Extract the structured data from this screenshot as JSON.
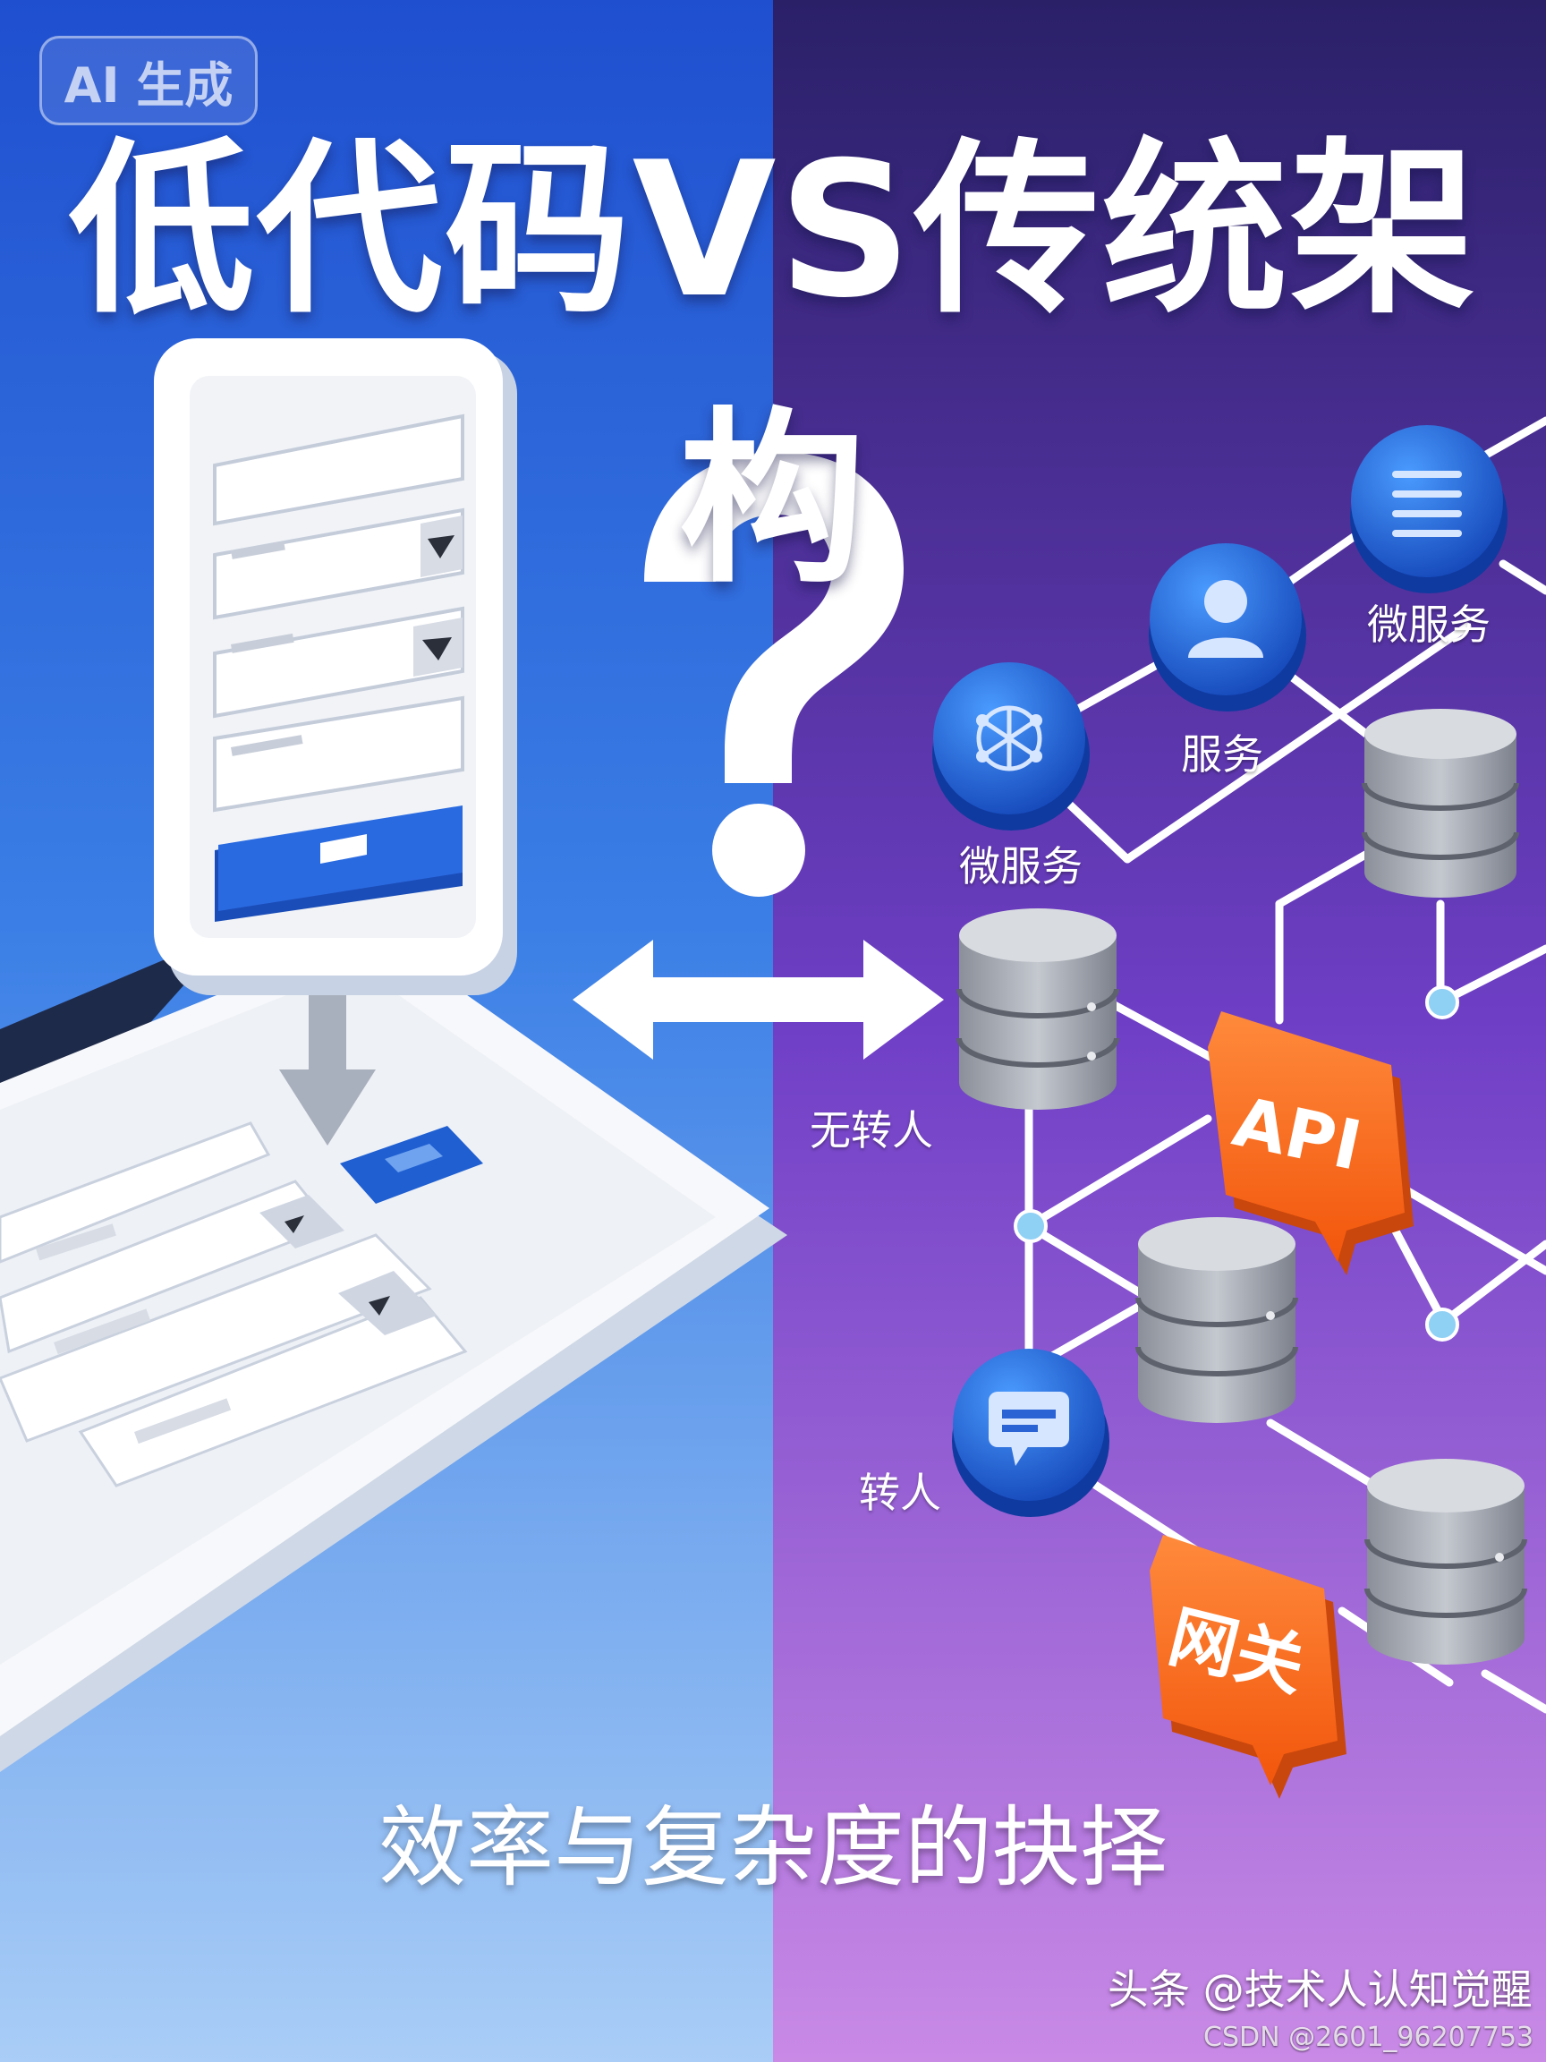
{
  "badge": {
    "text": "AI 生成"
  },
  "header": {
    "title": "低代码VS传统架构"
  },
  "network_labels": {
    "micro_service_top": "微服务",
    "service": "服务",
    "micro_service_left": "微服务",
    "no_transfer": "无转人",
    "transfer": "转人"
  },
  "tags": {
    "api": "API",
    "gateway": "网关"
  },
  "symbols": {
    "question": "question-mark-icon",
    "arrow": "double-arrow-icon"
  },
  "subtitle": "效率与复杂度的抉择",
  "footer": {
    "attribution": "头条 @技术人认知觉醒",
    "watermark": "CSDN @2601_96207753"
  },
  "colors": {
    "left_bg": "#2f6fe0",
    "right_bg": "#6a3bc4",
    "accent_blue": "#1f5fd1",
    "tag_orange": "#ff6a1e"
  }
}
